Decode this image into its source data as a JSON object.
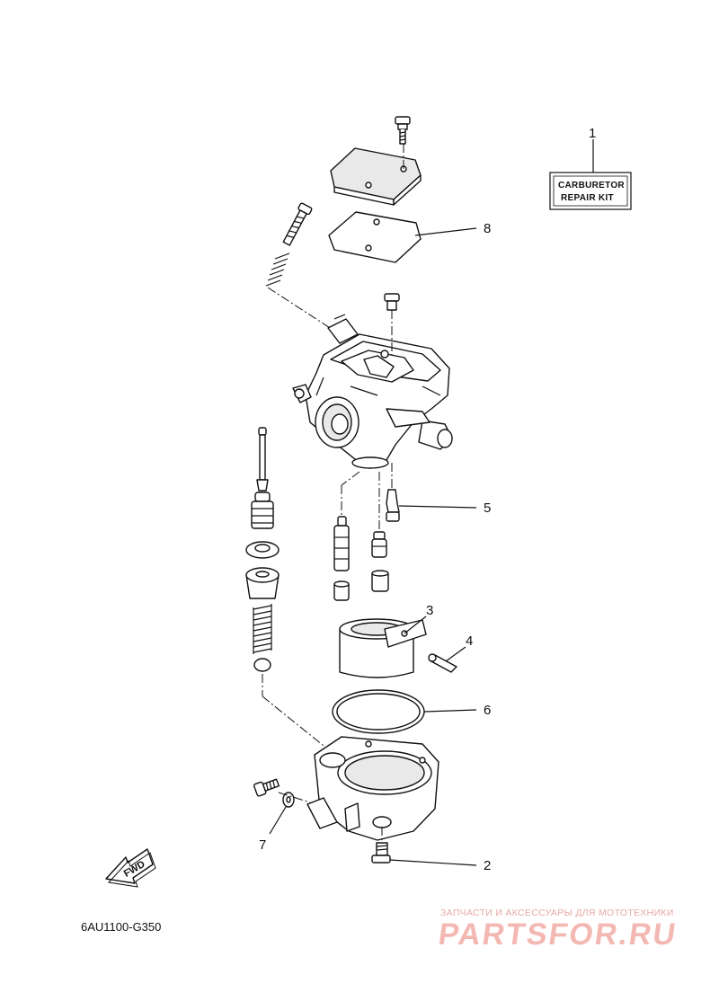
{
  "diagram": {
    "kit_label_line1": "CARBURETOR",
    "kit_label_line2": "REPAIR KIT",
    "fwd_label": "FWD",
    "drawing_code": "6AU1100-G350",
    "callouts": [
      "1",
      "2",
      "3",
      "4",
      "5",
      "6",
      "7",
      "8"
    ]
  },
  "watermark": {
    "tagline": "ЗАПЧАСТИ И АКСЕССУАРЫ ДЛЯ МОТОТЕХНИКИ",
    "brand": "PARTSFOR.RU",
    "color": "#f3b8b2"
  }
}
